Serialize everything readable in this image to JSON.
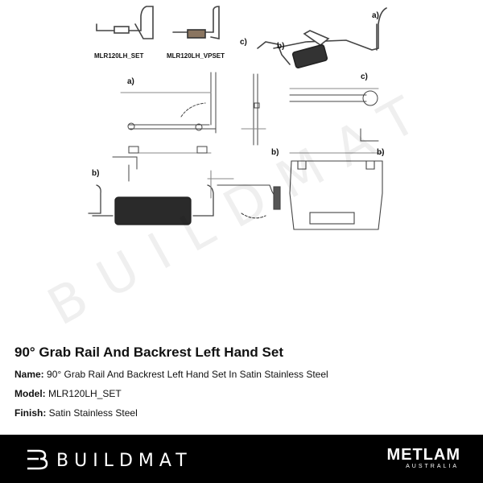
{
  "drawing": {
    "variant_labels": [
      "MLR120LH_SET",
      "MLR120LH_VPSET"
    ],
    "callouts": [
      "a)",
      "b)",
      "c)"
    ]
  },
  "watermark": "BUILDMAT",
  "product": {
    "title": "90° Grab Rail And Backrest Left Hand Set",
    "specs": [
      {
        "label": "Name:",
        "value": "90° Grab Rail And Backrest Left Hand Set In Satin Stainless Steel"
      },
      {
        "label": "Model:",
        "value": "MLR120LH_SET"
      },
      {
        "label": "Finish:",
        "value": "Satin Stainless Steel"
      }
    ]
  },
  "footer": {
    "brand": "BUILDMAT",
    "partner": "METLAM",
    "partner_sub": "AUSTRALIA"
  }
}
